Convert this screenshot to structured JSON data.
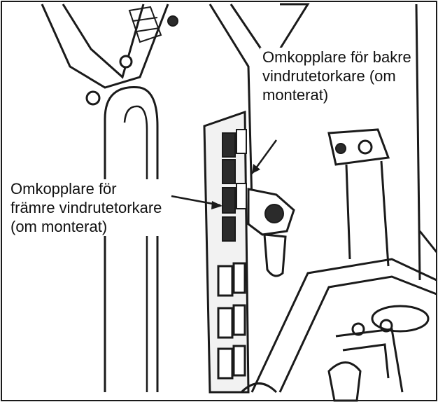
{
  "callouts": {
    "rear_wiper_switch": {
      "lines": [
        "Omkopplare för bakre",
        "vindrutetorkare (om",
        "monterat)"
      ]
    },
    "front_wiper_switch": {
      "lines": [
        "Omkopplare för",
        "främre vindrutetorkare",
        "(om monterat)"
      ]
    }
  },
  "colors": {
    "line": "#1a1a1a",
    "panel_fill": "#f2f2f2",
    "dark_fill": "#2b2b2b",
    "background": "#ffffff"
  }
}
